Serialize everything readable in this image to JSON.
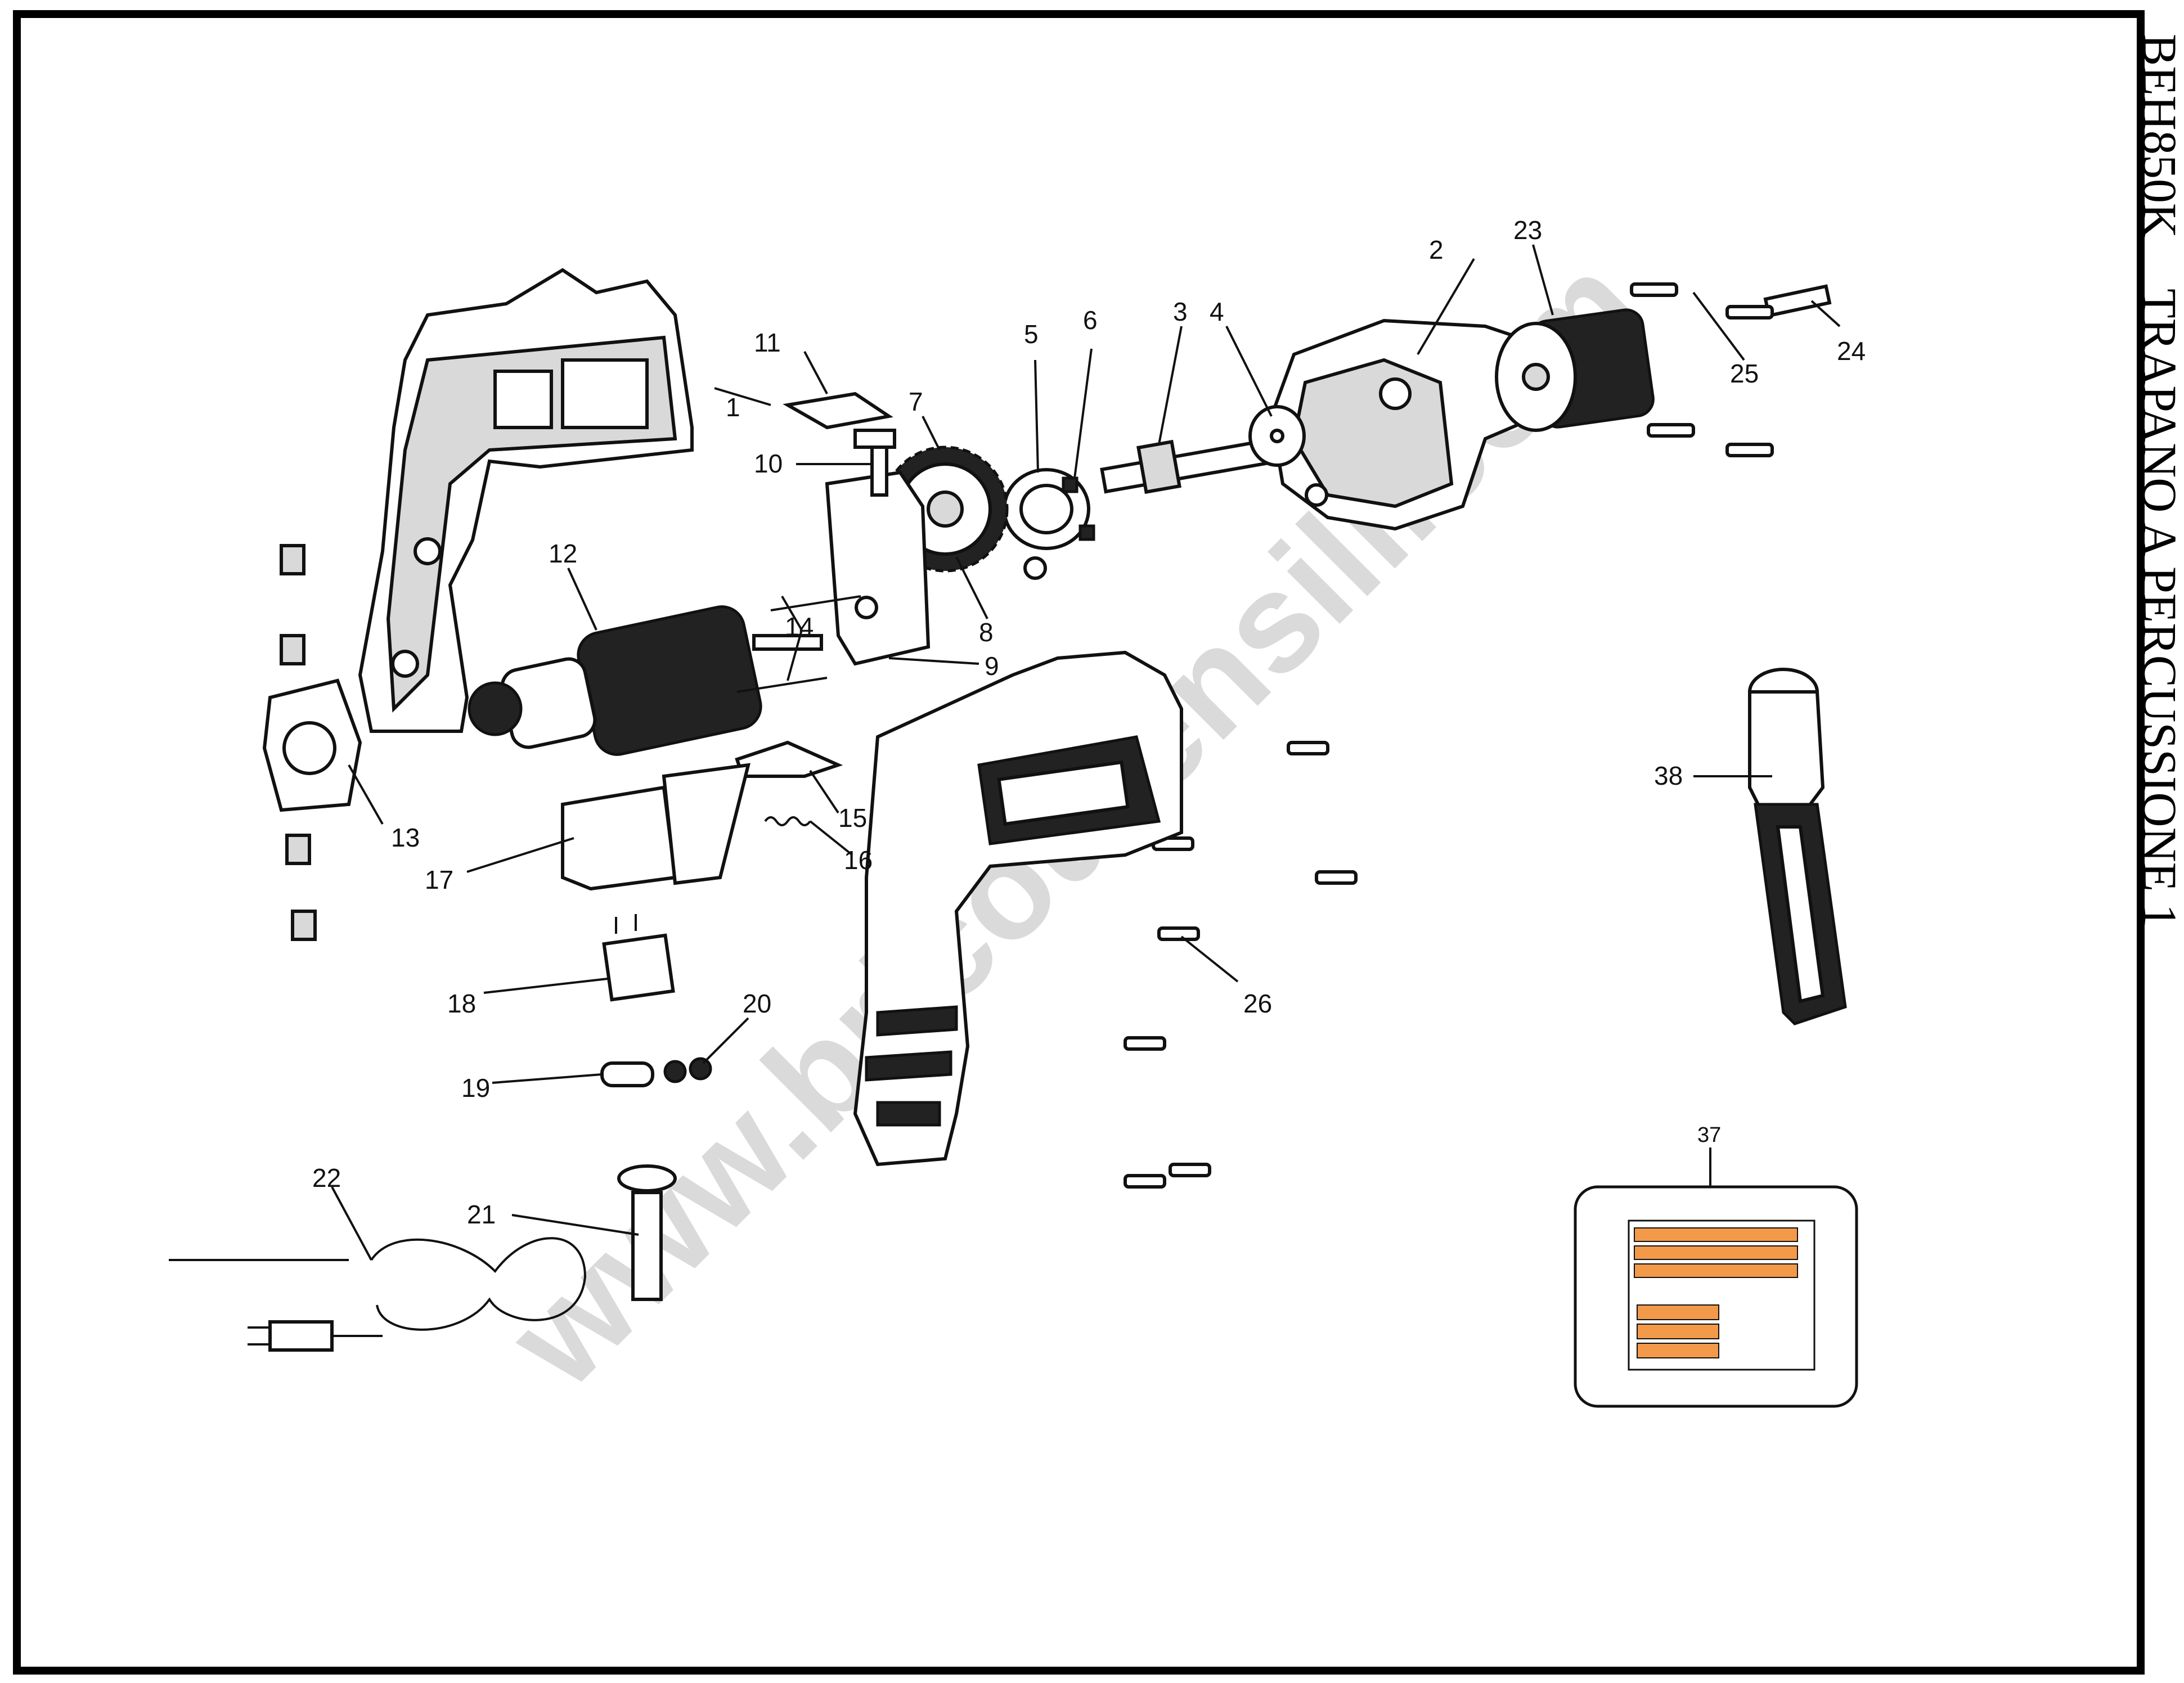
{
  "title": {
    "model": "BEH850K",
    "name": "TRAPANO A PERCUSSIONE 1"
  },
  "watermark": "www.bricoutensili.com",
  "callouts": {
    "c1": "1",
    "c2": "2",
    "c3": "3",
    "c4": "4",
    "c5": "5",
    "c6": "6",
    "c7": "7",
    "c8": "8",
    "c9": "9",
    "c10": "10",
    "c11": "11",
    "c12": "12",
    "c13": "13",
    "c14": "14",
    "c15": "15",
    "c16": "16",
    "c17": "17",
    "c18": "18",
    "c19": "19",
    "c20": "20",
    "c21": "21",
    "c22": "22",
    "c23": "23",
    "c24": "24",
    "c25": "25",
    "c26": "26",
    "c37": "37",
    "c38": "38"
  },
  "colors": {
    "border": "#000000",
    "label_orange": "#f39a4a",
    "watermark": "#bdbdbd"
  }
}
